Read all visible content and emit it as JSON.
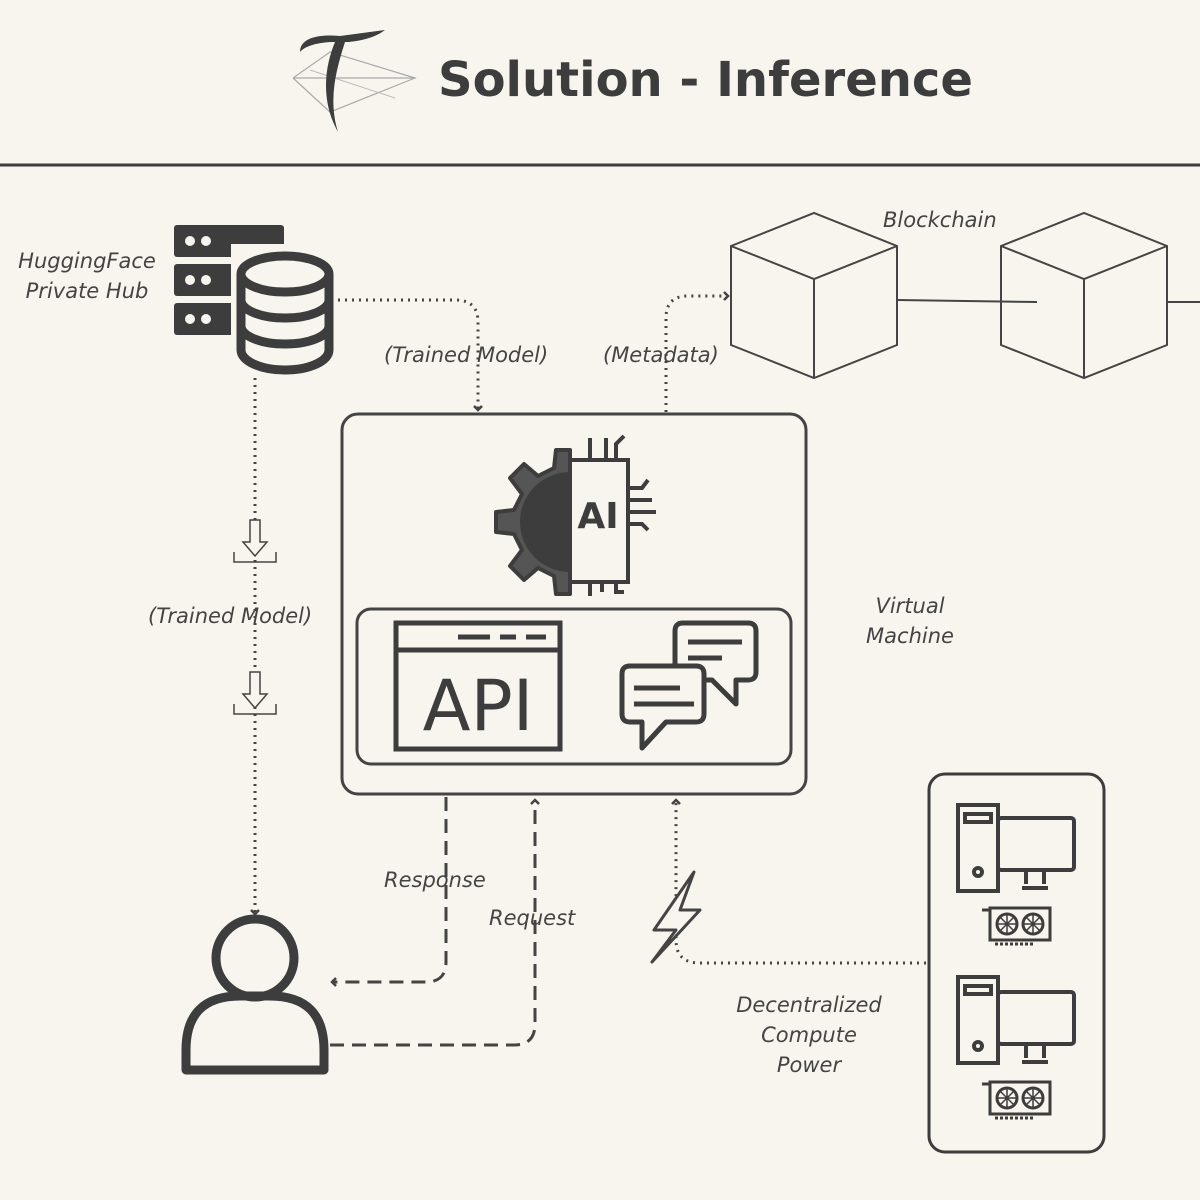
{
  "header": {
    "title": "Solution - Inference",
    "logo_icon": "t-kite-logo-icon"
  },
  "labels": {
    "hub_line1": "HuggingFace",
    "hub_line2": "Private Hub",
    "trained_model_top": "(Trained Model)",
    "metadata": "(Metadata)",
    "blockchain": "Blockchain",
    "trained_model_left": "(Trained Model)",
    "vm_line1": "Virtual",
    "vm_line2": "Machine",
    "response": "Response",
    "request": "Request",
    "compute_line1": "Decentralized",
    "compute_line2": "Compute",
    "compute_line3": "Power"
  },
  "vm": {
    "ai_chip_text": "AI",
    "api_text": "API"
  },
  "icons": [
    "server-database-icon",
    "ai-gear-chip-icon",
    "api-window-icon",
    "chat-bubbles-icon",
    "user-icon",
    "lightning-icon",
    "computer-icon",
    "gpu-card-icon",
    "download-arrow-icon",
    "blockchain-block-icon"
  ],
  "colors": {
    "background": "#f7f5ee",
    "ink": "#444444",
    "dark": "#3d3d3d"
  }
}
